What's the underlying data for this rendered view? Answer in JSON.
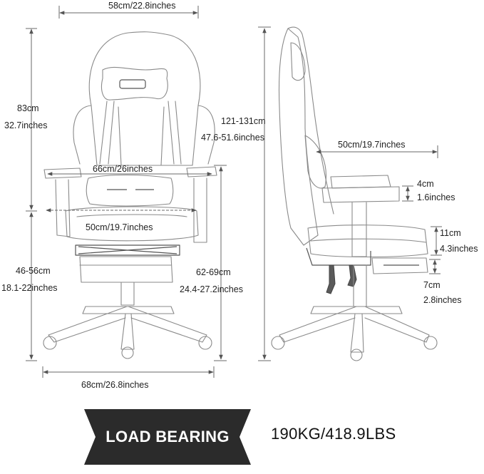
{
  "front_view": {
    "top_width": "58cm/22.8inches",
    "back_height_cm": "83cm",
    "back_height_in": "32.7inches",
    "armrest_width": "66cm/26inches",
    "seat_width": "50cm/19.7inches",
    "seat_height_cm": "46-56cm",
    "seat_height_in": "18.1-22inches",
    "arm_height_cm": "62-69cm",
    "arm_height_in": "24.4-27.2inches",
    "base_width": "68cm/26.8inches"
  },
  "side_view": {
    "total_height_cm": "121-131cm",
    "total_height_in": "47.6-51.6inches",
    "seat_depth": "50cm/19.7inches",
    "arm_pad_cm": "4cm",
    "arm_pad_in": "1.6inches",
    "seat_thickness_cm": "11cm",
    "seat_thickness_in": "4.3inches",
    "footrest_cm": "7cm",
    "footrest_in": "2.8inches"
  },
  "load": {
    "label": "LOAD BEARING",
    "value": "190KG/418.9LBS"
  }
}
